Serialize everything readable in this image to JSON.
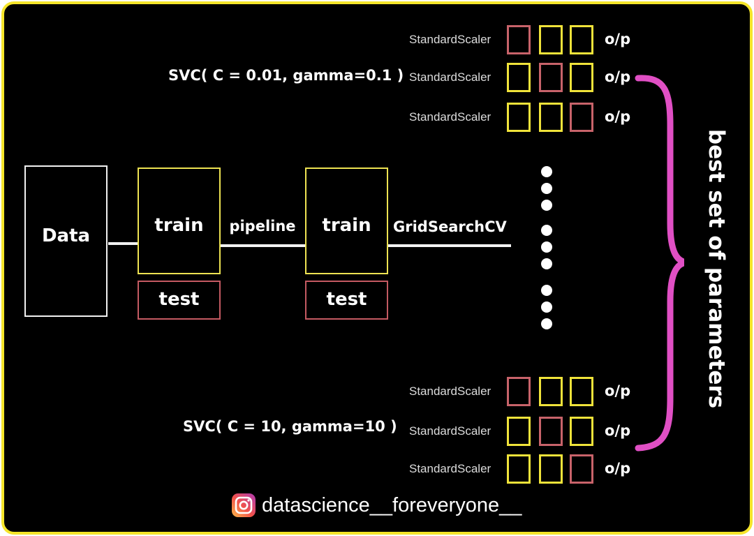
{
  "nodes": {
    "data": "Data",
    "train1": "train",
    "test1": "test",
    "train2": "train",
    "test2": "test"
  },
  "edges": {
    "pipeline": "pipeline",
    "gridsearch": "GridSearchCV"
  },
  "param_sets": [
    {
      "label": "SVC( C = 0.01, gamma=0.1 )",
      "rows": [
        {
          "scaler": "StandardScaler",
          "cells": [
            "red",
            "yellow",
            "yellow"
          ],
          "output": "o/p"
        },
        {
          "scaler": "StandardScaler",
          "cells": [
            "yellow",
            "red",
            "yellow"
          ],
          "output": "o/p"
        },
        {
          "scaler": "StandardScaler",
          "cells": [
            "yellow",
            "yellow",
            "red"
          ],
          "output": "o/p"
        }
      ]
    },
    {
      "label": "SVC( C = 10, gamma=10 )",
      "rows": [
        {
          "scaler": "StandardScaler",
          "cells": [
            "red",
            "yellow",
            "yellow"
          ],
          "output": "o/p"
        },
        {
          "scaler": "StandardScaler",
          "cells": [
            "yellow",
            "red",
            "yellow"
          ],
          "output": "o/p"
        },
        {
          "scaler": "StandardScaler",
          "cells": [
            "yellow",
            "yellow",
            "red"
          ],
          "output": "o/p"
        }
      ]
    }
  ],
  "brace_label": "best set of parameters",
  "footer": {
    "handle": "datascience__foreveryone__",
    "icon": "instagram-icon"
  },
  "colors": {
    "frame": "#f5e52a",
    "background": "#000000",
    "yellow_cell": "#f0e33a",
    "red_cell": "#c8636a",
    "brace": "#e04fc4"
  }
}
